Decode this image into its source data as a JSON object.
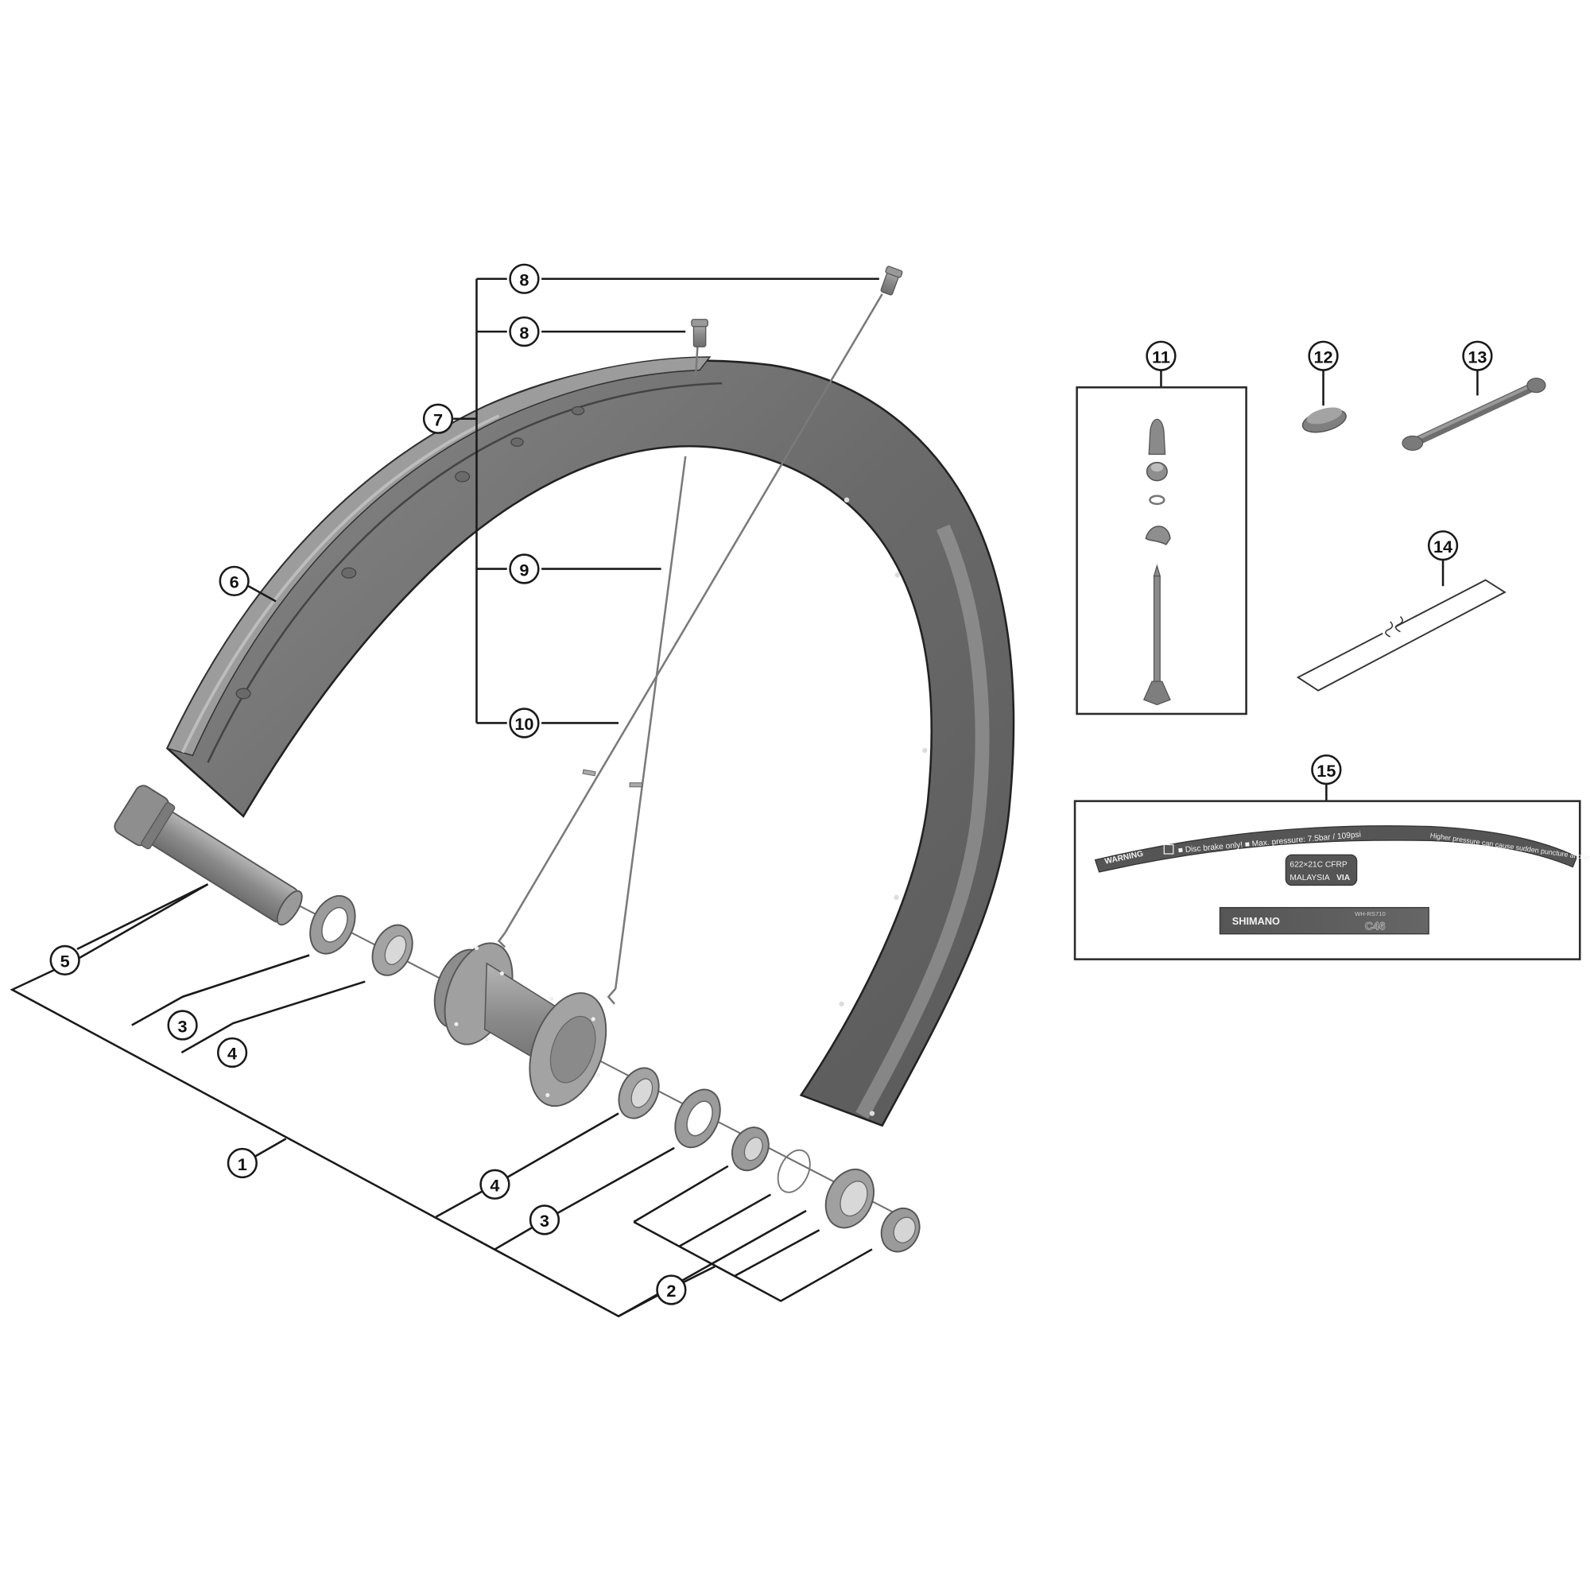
{
  "diagram": {
    "type": "exploded-parts-diagram",
    "subject": "bicycle wheel (front, disc brake) exploded view",
    "colors": {
      "background": "#ffffff",
      "rim_dark": "#5e5e5e",
      "rim_light": "#9a9a9a",
      "part_gray": "#8c8c8c",
      "line": "#1a1a1a"
    },
    "callouts": [
      {
        "id": "1",
        "label": "1",
        "part": "hub-assembly"
      },
      {
        "id": "2",
        "label": "2",
        "part": "right-side-bearing-parts"
      },
      {
        "id": "3a",
        "label": "3",
        "part": "dust-cap-left"
      },
      {
        "id": "3b",
        "label": "3",
        "part": "dust-cap-right"
      },
      {
        "id": "4a",
        "label": "4",
        "part": "bearing-cup-left"
      },
      {
        "id": "4b",
        "label": "4",
        "part": "bearing-cup-right"
      },
      {
        "id": "5",
        "label": "5",
        "part": "hub-axle"
      },
      {
        "id": "6",
        "label": "6",
        "part": "rim"
      },
      {
        "id": "7",
        "label": "7",
        "part": "spoke-set"
      },
      {
        "id": "8a",
        "label": "8",
        "part": "spoke-nipple-outer"
      },
      {
        "id": "8b",
        "label": "8",
        "part": "spoke-nipple-inner"
      },
      {
        "id": "9",
        "label": "9",
        "part": "spoke-short"
      },
      {
        "id": "10",
        "label": "10",
        "part": "spoke-long"
      },
      {
        "id": "11",
        "label": "11",
        "part": "tubeless-valve-kit"
      },
      {
        "id": "12",
        "label": "12",
        "part": "rim-plug"
      },
      {
        "id": "13",
        "label": "13",
        "part": "spoke-wrench"
      },
      {
        "id": "14",
        "label": "14",
        "part": "rim-tape"
      },
      {
        "id": "15",
        "label": "15",
        "part": "decal-set"
      }
    ],
    "decal": {
      "warning_label": "WARNING",
      "warning_icon": "warning-triangle-icon",
      "book_icon": "manual-book-icon",
      "warning_text": "■ Disc brake only! ■ Max. pressure: 7.5bar / 109psi",
      "fine_print": "Higher pressure can cause sudden puncture and/or sudden release of the tire",
      "spec_line1": "622×21C CFRP",
      "spec_line2": "MALAYSIA",
      "spec_badge": "VIA",
      "brand": "SHIMANO",
      "model": "WH-RS710",
      "model_sub": "C46"
    }
  }
}
